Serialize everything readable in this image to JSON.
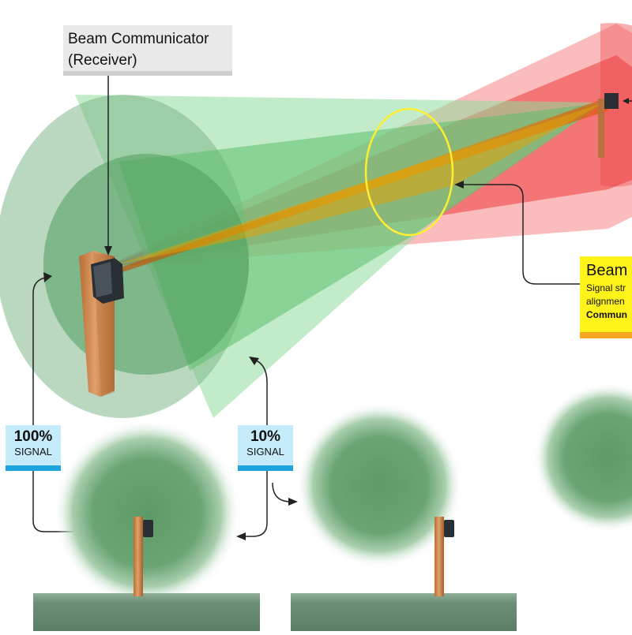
{
  "receiver_callout": {
    "line1": "Beam Communicator",
    "line2": "(Receiver)"
  },
  "badges": {
    "full": {
      "percent": "100%",
      "label": "SIGNAL"
    },
    "weak": {
      "percent": "10%",
      "label": "SIGNAL"
    }
  },
  "beam_callout": {
    "title": "Beam",
    "line1": "Signal str",
    "line2": "alignmen",
    "line3": "Commun"
  },
  "colors": {
    "outer_cone": "#7fd28f",
    "inner_cone": "#4aa85a",
    "transmitter_cone": "#f05a5a",
    "beam": "#e89a00",
    "alignment_ring": "#ffee33",
    "badge_bg": "#c6ecfb",
    "badge_accent": "#1ea5df",
    "beam_box_bg": "#fff31a",
    "beam_box_accent": "#f5a623",
    "post": "#c9844a",
    "ground": "#6d8f78"
  }
}
